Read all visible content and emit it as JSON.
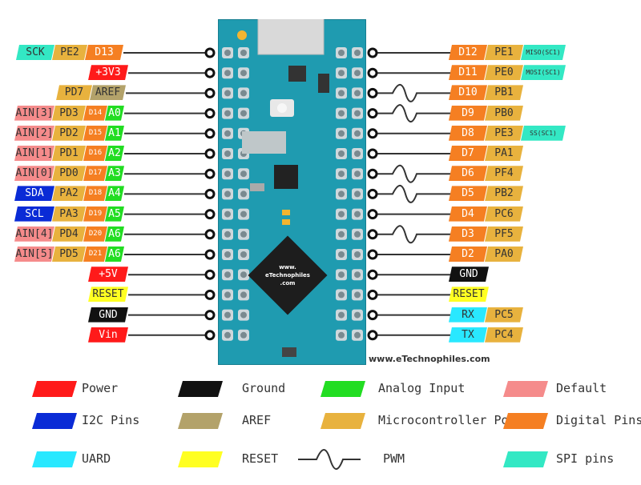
{
  "colors": {
    "power": "#ff1a1a",
    "ground": "#111111",
    "analog": "#22dd22",
    "default": "#f58b8b",
    "i2c": "#0a2bd6",
    "aref": "#b3a26a",
    "port": "#e8b23e",
    "digital": "#f57f22",
    "uart": "#29e8ff",
    "reset": "#ffff22",
    "spi": "#33e8c4",
    "board": "#1f9bb0",
    "board_dark": "#177e90"
  },
  "left_pins": [
    {
      "labels": [
        {
          "text": "SCK",
          "kind": "spi"
        },
        {
          "text": "PE2",
          "kind": "port"
        },
        {
          "text": "D13",
          "kind": "digital"
        }
      ]
    },
    {
      "labels": [
        {
          "text": "+3V3",
          "kind": "power"
        }
      ]
    },
    {
      "labels": [
        {
          "text": "PD7",
          "kind": "port"
        },
        {
          "text": "AREF",
          "kind": "aref"
        }
      ]
    },
    {
      "labels": [
        {
          "text": "AIN[3]",
          "kind": "default"
        },
        {
          "text": "PD3",
          "kind": "port"
        },
        {
          "text": "D14",
          "kind": "digital"
        },
        {
          "text": "A0",
          "kind": "analog"
        }
      ]
    },
    {
      "labels": [
        {
          "text": "AIN[2]",
          "kind": "default"
        },
        {
          "text": "PD2",
          "kind": "port"
        },
        {
          "text": "D15",
          "kind": "digital"
        },
        {
          "text": "A1",
          "kind": "analog"
        }
      ]
    },
    {
      "labels": [
        {
          "text": "AIN[1]",
          "kind": "default"
        },
        {
          "text": "PD1",
          "kind": "port"
        },
        {
          "text": "D16",
          "kind": "digital"
        },
        {
          "text": "A2",
          "kind": "analog"
        }
      ]
    },
    {
      "labels": [
        {
          "text": "AIN[0]",
          "kind": "default"
        },
        {
          "text": "PD0",
          "kind": "port"
        },
        {
          "text": "D17",
          "kind": "digital"
        },
        {
          "text": "A3",
          "kind": "analog"
        }
      ]
    },
    {
      "labels": [
        {
          "text": "SDA",
          "kind": "i2c"
        },
        {
          "text": "PA2",
          "kind": "port"
        },
        {
          "text": "D18",
          "kind": "digital"
        },
        {
          "text": "A4",
          "kind": "analog"
        }
      ]
    },
    {
      "labels": [
        {
          "text": "SCL",
          "kind": "i2c"
        },
        {
          "text": "PA3",
          "kind": "port"
        },
        {
          "text": "D19",
          "kind": "digital"
        },
        {
          "text": "A5",
          "kind": "analog"
        }
      ]
    },
    {
      "labels": [
        {
          "text": "AIN[4]",
          "kind": "default"
        },
        {
          "text": "PD4",
          "kind": "port"
        },
        {
          "text": "D20",
          "kind": "digital"
        },
        {
          "text": "A6",
          "kind": "analog"
        }
      ]
    },
    {
      "labels": [
        {
          "text": "AIN[5]",
          "kind": "default"
        },
        {
          "text": "PD5",
          "kind": "port"
        },
        {
          "text": "D21",
          "kind": "digital"
        },
        {
          "text": "A6",
          "kind": "analog"
        }
      ]
    },
    {
      "labels": [
        {
          "text": "+5V",
          "kind": "power"
        }
      ]
    },
    {
      "labels": [
        {
          "text": "RESET",
          "kind": "reset"
        }
      ]
    },
    {
      "labels": [
        {
          "text": "GND",
          "kind": "ground"
        }
      ]
    },
    {
      "labels": [
        {
          "text": "Vin",
          "kind": "power"
        }
      ]
    }
  ],
  "right_pins": [
    {
      "pwm": false,
      "labels": [
        {
          "text": "D12",
          "kind": "digital"
        },
        {
          "text": "PE1",
          "kind": "port"
        },
        {
          "text": "MISO(SC1)",
          "kind": "spi"
        }
      ]
    },
    {
      "pwm": false,
      "labels": [
        {
          "text": "D11",
          "kind": "digital"
        },
        {
          "text": "PE0",
          "kind": "port"
        },
        {
          "text": "MOSI(SC1)",
          "kind": "spi"
        }
      ]
    },
    {
      "pwm": true,
      "labels": [
        {
          "text": "D10",
          "kind": "digital"
        },
        {
          "text": "PB1",
          "kind": "port"
        }
      ]
    },
    {
      "pwm": true,
      "labels": [
        {
          "text": "D9",
          "kind": "digital"
        },
        {
          "text": "PB0",
          "kind": "port"
        }
      ]
    },
    {
      "pwm": false,
      "labels": [
        {
          "text": "D8",
          "kind": "digital"
        },
        {
          "text": "PE3",
          "kind": "port"
        },
        {
          "text": "SS(SC1)",
          "kind": "spi"
        }
      ]
    },
    {
      "pwm": false,
      "labels": [
        {
          "text": "D7",
          "kind": "digital"
        },
        {
          "text": "PA1",
          "kind": "port"
        }
      ]
    },
    {
      "pwm": true,
      "labels": [
        {
          "text": "D6",
          "kind": "digital"
        },
        {
          "text": "PF4",
          "kind": "port"
        }
      ]
    },
    {
      "pwm": true,
      "labels": [
        {
          "text": "D5",
          "kind": "digital"
        },
        {
          "text": "PB2",
          "kind": "port"
        }
      ]
    },
    {
      "pwm": false,
      "labels": [
        {
          "text": "D4",
          "kind": "digital"
        },
        {
          "text": "PC6",
          "kind": "port"
        }
      ]
    },
    {
      "pwm": true,
      "labels": [
        {
          "text": "D3",
          "kind": "digital"
        },
        {
          "text": "PF5",
          "kind": "port"
        }
      ]
    },
    {
      "pwm": false,
      "labels": [
        {
          "text": "D2",
          "kind": "digital"
        },
        {
          "text": "PA0",
          "kind": "port"
        }
      ]
    },
    {
      "pwm": false,
      "labels": [
        {
          "text": "GND",
          "kind": "ground"
        }
      ]
    },
    {
      "pwm": false,
      "labels": [
        {
          "text": "RESET",
          "kind": "reset"
        }
      ]
    },
    {
      "pwm": false,
      "labels": [
        {
          "text": "RX",
          "kind": "uart"
        },
        {
          "text": "PC5",
          "kind": "port"
        }
      ]
    },
    {
      "pwm": false,
      "labels": [
        {
          "text": "TX",
          "kind": "uart"
        },
        {
          "text": "PC4",
          "kind": "port"
        }
      ]
    }
  ],
  "board": {
    "chip_text": [
      "www.",
      "eTechnophiles",
      ".com"
    ],
    "website": "www.eTechnophiles.com"
  },
  "legend": [
    {
      "kind": "power",
      "text": "Power"
    },
    {
      "kind": "ground",
      "text": "Ground"
    },
    {
      "kind": "analog",
      "text": "Analog Input"
    },
    {
      "kind": "default",
      "text": "Default"
    },
    {
      "kind": "i2c",
      "text": "I2C Pins"
    },
    {
      "kind": "aref",
      "text": "AREF"
    },
    {
      "kind": "port",
      "text": "Microcontroller Port"
    },
    {
      "kind": "digital",
      "text": "Digital Pins"
    },
    {
      "kind": "uart",
      "text": "UARD"
    },
    {
      "kind": "reset",
      "text": "RESET"
    },
    {
      "kind": "pwm",
      "text": "PWM"
    },
    {
      "kind": "spi",
      "text": "SPI pins"
    }
  ]
}
